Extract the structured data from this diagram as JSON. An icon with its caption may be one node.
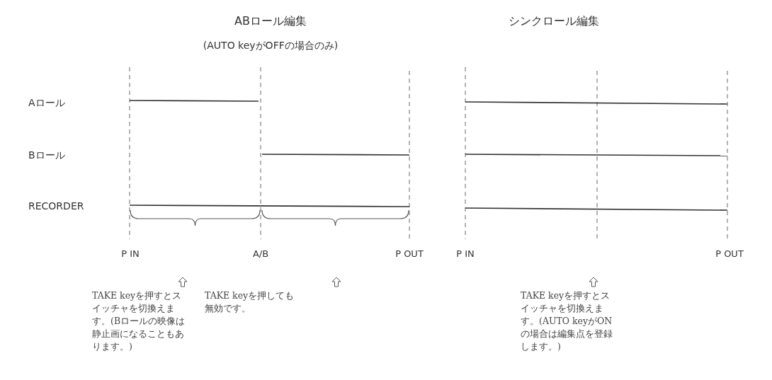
{
  "diagram": {
    "labels": [
      "ABロール編集",
      "(AUTO keyがOFFの場合のみ)",
      "シンクロール編集",
      "Aロール",
      "Bロール",
      "RECORDER",
      "P IN",
      "A/B",
      "P OUT",
      "P IN",
      "P OUT",
      "TAKE keyを押すとスイッチャを切換えます。(Bロールの映像は静止画になることもあります。)",
      "TAKE keyを押しても無効です。",
      "TAKE keyを押すとスイッチャを切換えます。(AUTO keyがONの場合は編集点を登録します。)"
    ]
  }
}
